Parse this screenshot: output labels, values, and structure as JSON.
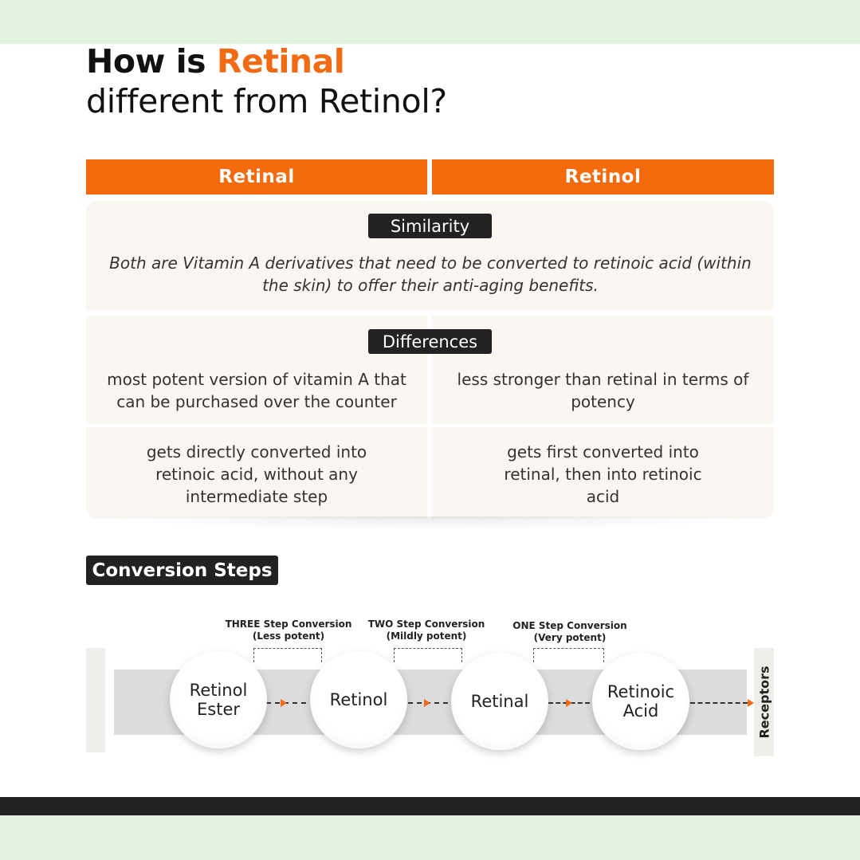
{
  "title": {
    "line1_prefix": "How is ",
    "line1_accent": "Retinal",
    "line2": "different from Retinol?"
  },
  "table": {
    "headers": [
      "Retinal",
      "Retinol"
    ],
    "similarity_label": "Similarity",
    "similarity_text": "Both are Vitamin A derivatives that need to be converted to retinoic acid (within the skin) to offer their anti-aging benefits.",
    "differences_label": "Differences",
    "rows": [
      {
        "retinal": "most potent version of vitamin A that can be purchased over the counter",
        "retinol": "less stronger than retinal in terms of potency"
      },
      {
        "retinal": "gets directly converted into retinoic acid, without any intermediate step",
        "retinol": "gets first converted into retinal, then into retinoic acid"
      }
    ]
  },
  "conversion": {
    "label": "Conversion Steps",
    "nodes": [
      "Retinol Ester",
      "Retinol",
      "Retinal",
      "Retinoic Acid"
    ],
    "steps": [
      {
        "line1": "THREE Step Conversion",
        "line2": "(Less potent)"
      },
      {
        "line1": "TWO Step Conversion",
        "line2": "(Mildly potent)"
      },
      {
        "line1": "ONE Step Conversion",
        "line2": "(Very potent)"
      }
    ],
    "end_label": "Receptors"
  },
  "colors": {
    "accent": "#f46a0c",
    "dark": "#222222",
    "band": "#e2f3df",
    "card": "#faf6f1"
  }
}
